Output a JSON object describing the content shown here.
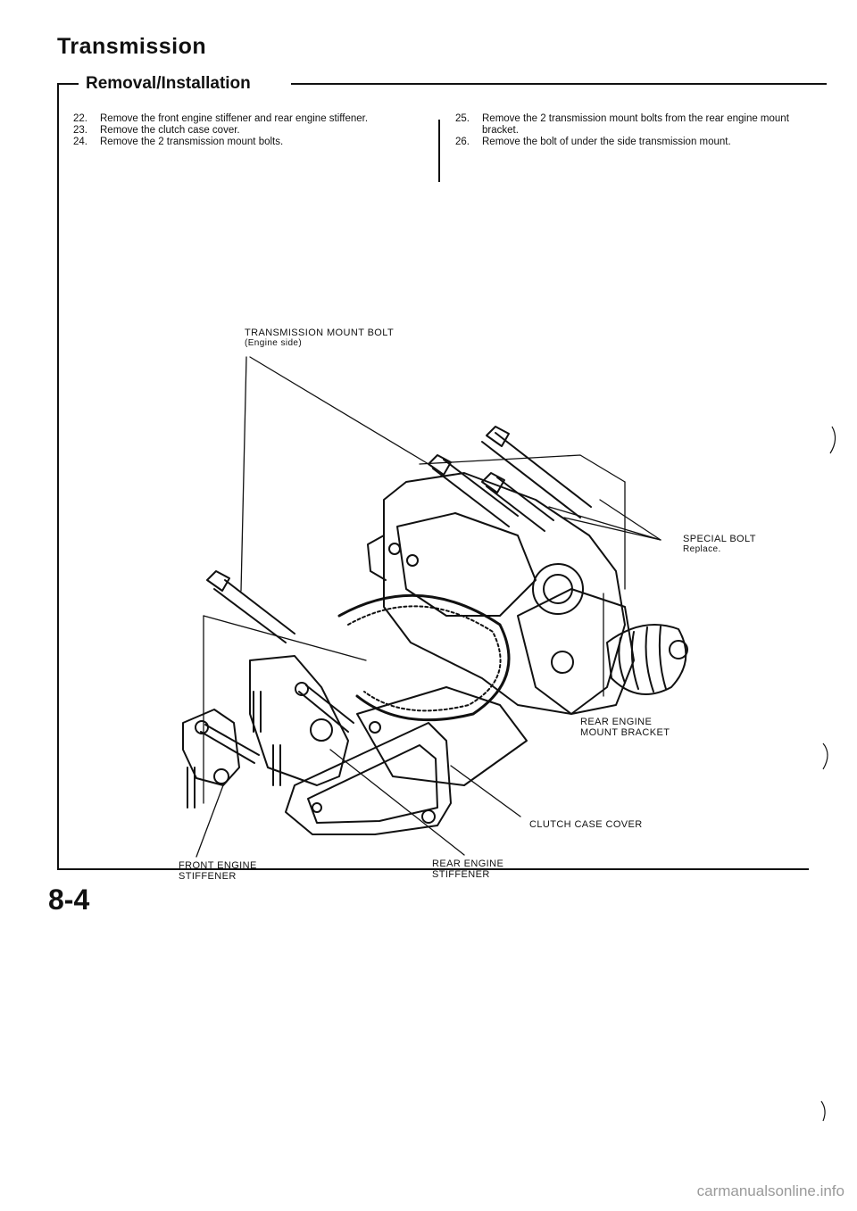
{
  "header": {
    "title": "Transmission",
    "section": "Removal/Installation"
  },
  "steps_left": [
    {
      "num": "22.",
      "text": "Remove the front engine stiffener and rear engine stiffener."
    },
    {
      "num": "23.",
      "text": "Remove the clutch case cover."
    },
    {
      "num": "24.",
      "text": "Remove the 2 transmission mount bolts."
    }
  ],
  "steps_right": [
    {
      "num": "25.",
      "text": "Remove the 2 transmission mount bolts from the rear engine mount bracket."
    },
    {
      "num": "26.",
      "text": "Remove the bolt of under the side transmission mount."
    }
  ],
  "callouts": {
    "transmission_mount_bolt": {
      "line1": "TRANSMISSION MOUNT BOLT",
      "line2": "(Engine side)"
    },
    "special_bolt": {
      "line1": "SPECIAL BOLT",
      "line2": "Replace."
    },
    "rear_engine_mount_bracket": {
      "line1": "REAR ENGINE",
      "line2": "MOUNT BRACKET"
    },
    "clutch_case_cover": {
      "line1": "CLUTCH CASE COVER"
    },
    "front_engine_stiffener": {
      "line1": "FRONT ENGINE",
      "line2": "STIFFENER"
    },
    "rear_engine_stiffener": {
      "line1": "REAR ENGINE",
      "line2": "STIFFENER"
    }
  },
  "footer": {
    "page_number": "8-4",
    "watermark": "carmanualsonline.info"
  }
}
